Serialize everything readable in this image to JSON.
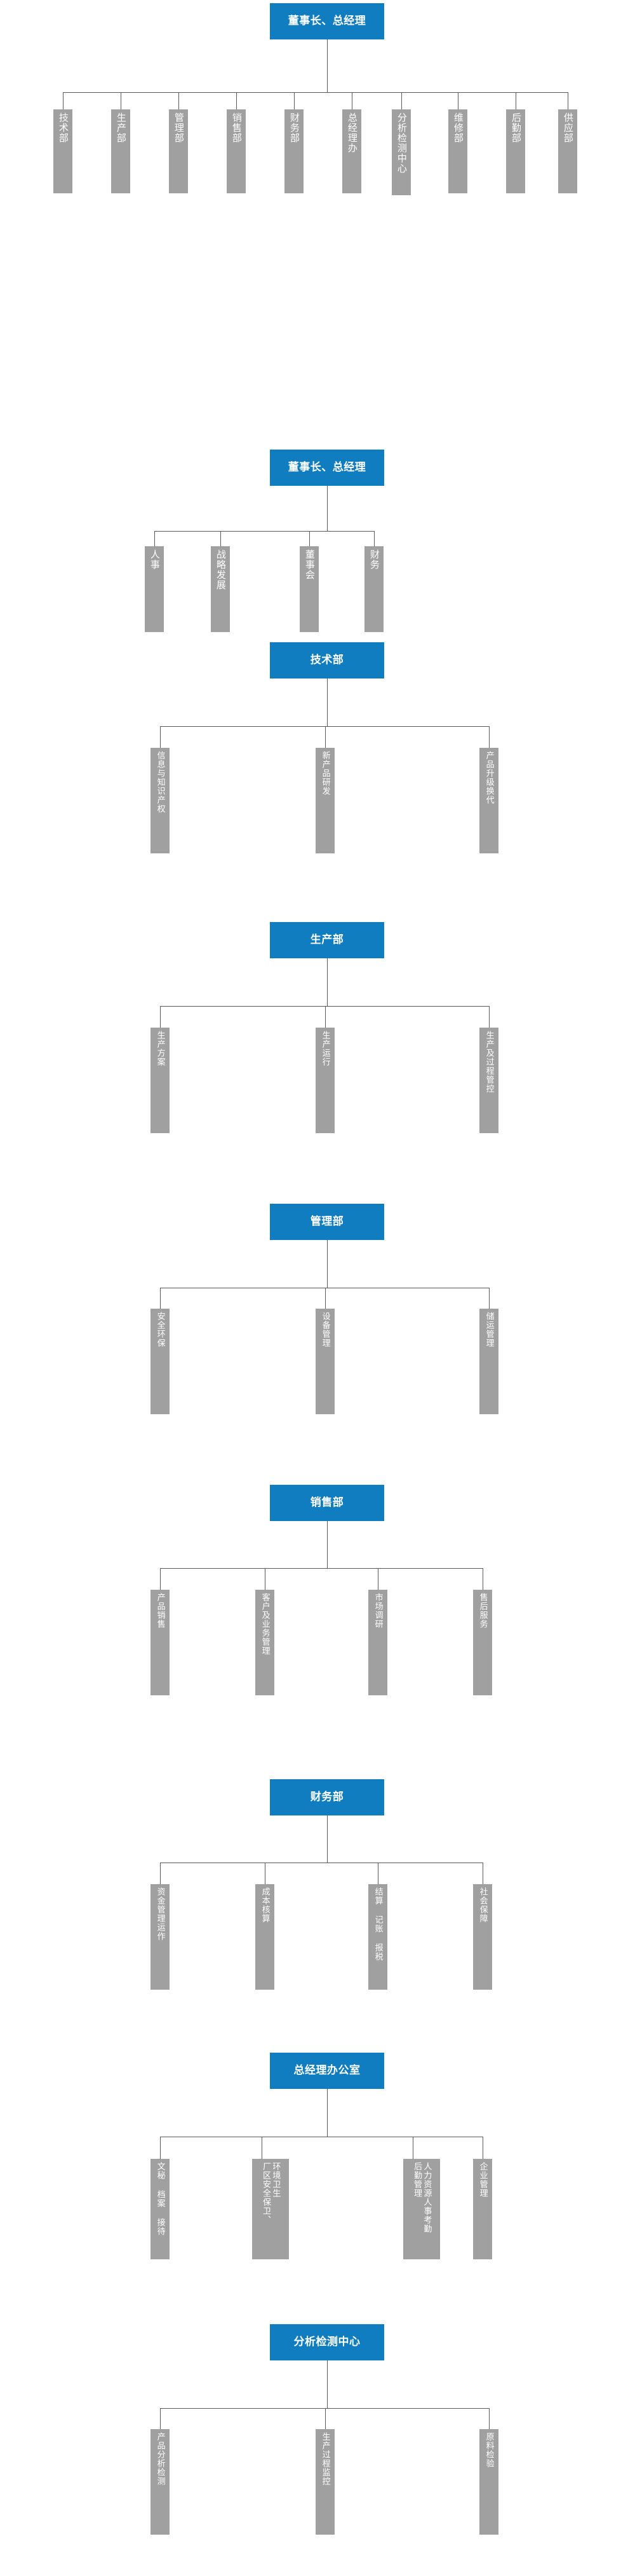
{
  "theme": {
    "root_color": "#0F7DC0",
    "leaf_color": "#A0A0A0",
    "line_color": "#595959",
    "text_color": "#FFFFFF",
    "background": "#FFFFFF"
  },
  "charts": [
    {
      "id": "company-top-level",
      "root": "董事长、总经理",
      "children": [
        {
          "label": "技术部",
          "cols": [
            "技术部"
          ]
        },
        {
          "label": "生产部",
          "cols": [
            "生产部"
          ]
        },
        {
          "label": "管理部",
          "cols": [
            "管理部"
          ]
        },
        {
          "label": "销售部",
          "cols": [
            "销售部"
          ]
        },
        {
          "label": "财务部",
          "cols": [
            "财务部"
          ]
        },
        {
          "label": "总经理办",
          "cols": [
            "总经理办"
          ]
        },
        {
          "label": "分析检测中心",
          "cols": [
            "分析检测中心"
          ]
        },
        {
          "label": "维修部",
          "cols": [
            "维修部"
          ]
        },
        {
          "label": "后勤部",
          "cols": [
            "后勤部"
          ]
        },
        {
          "label": "供应部",
          "cols": [
            "供应部"
          ]
        }
      ]
    },
    {
      "id": "board-functions",
      "root": "董事长、总经理",
      "children": [
        {
          "label": "人事",
          "cols": [
            "人事"
          ]
        },
        {
          "label": "战略发展",
          "cols": [
            "战略发展"
          ]
        },
        {
          "label": "董事会",
          "cols": [
            "董事会"
          ]
        },
        {
          "label": "财务",
          "cols": [
            "财务"
          ]
        }
      ]
    },
    {
      "id": "technology-dept",
      "root": "技术部",
      "children": [
        {
          "label": "信息与知识产权",
          "cols": [
            "信息与知识产权"
          ]
        },
        {
          "label": "新产品研发",
          "cols": [
            "新产品研发"
          ]
        },
        {
          "label": "产品升级换代",
          "cols": [
            "产品升级换代"
          ]
        }
      ]
    },
    {
      "id": "production-dept",
      "root": "生产部",
      "children": [
        {
          "label": "生产方案",
          "cols": [
            "生产方案"
          ]
        },
        {
          "label": "生产运行",
          "cols": [
            "生产运行"
          ]
        },
        {
          "label": "生产及过程管控",
          "cols": [
            "生产及过程管控"
          ]
        }
      ]
    },
    {
      "id": "management-dept",
      "root": "管理部",
      "children": [
        {
          "label": "安全环保",
          "cols": [
            "安全环保"
          ]
        },
        {
          "label": "设备管理",
          "cols": [
            "设备管理"
          ]
        },
        {
          "label": "储运管理",
          "cols": [
            "储运管理"
          ]
        }
      ]
    },
    {
      "id": "sales-dept",
      "root": "销售部",
      "children": [
        {
          "label": "产品销售",
          "cols": [
            "产品销售"
          ]
        },
        {
          "label": "客户及业务管理",
          "cols": [
            "客户及业务管理"
          ]
        },
        {
          "label": "市场调研",
          "cols": [
            "市场调研"
          ]
        },
        {
          "label": "售后服务",
          "cols": [
            "售后服务"
          ]
        }
      ]
    },
    {
      "id": "finance-dept",
      "root": "财务部",
      "children": [
        {
          "label": "资金管理运作",
          "cols": [
            "资金管理运作"
          ]
        },
        {
          "label": "成本核算",
          "cols": [
            "成本核算"
          ]
        },
        {
          "label": "结算记账报税",
          "cols": [
            "结算 记账 报税"
          ]
        },
        {
          "label": "社会保障",
          "cols": [
            "社会保障"
          ]
        }
      ]
    },
    {
      "id": "gm-office",
      "root": "总经理办公室",
      "children": [
        {
          "label": "文秘 档案 接待",
          "cols": [
            "文秘 档案 接待"
          ]
        },
        {
          "label": "环境卫生 厂区安全保卫、",
          "cols": [
            "环境卫生",
            "厂区安全保卫、"
          ]
        },
        {
          "label": "人力资源人事考勤 后勤管理",
          "cols": [
            "人力资源人事考勤",
            "后勤管理"
          ]
        },
        {
          "label": "企业管理",
          "cols": [
            "企业管理"
          ]
        }
      ]
    },
    {
      "id": "analysis-center",
      "root": "分析检测中心",
      "children": [
        {
          "label": "产品分析检测",
          "cols": [
            "产品分析检测"
          ]
        },
        {
          "label": "生产过程监控",
          "cols": [
            "生产过程监控"
          ]
        },
        {
          "label": "原料检验",
          "cols": [
            "原料检验"
          ]
        }
      ]
    }
  ]
}
